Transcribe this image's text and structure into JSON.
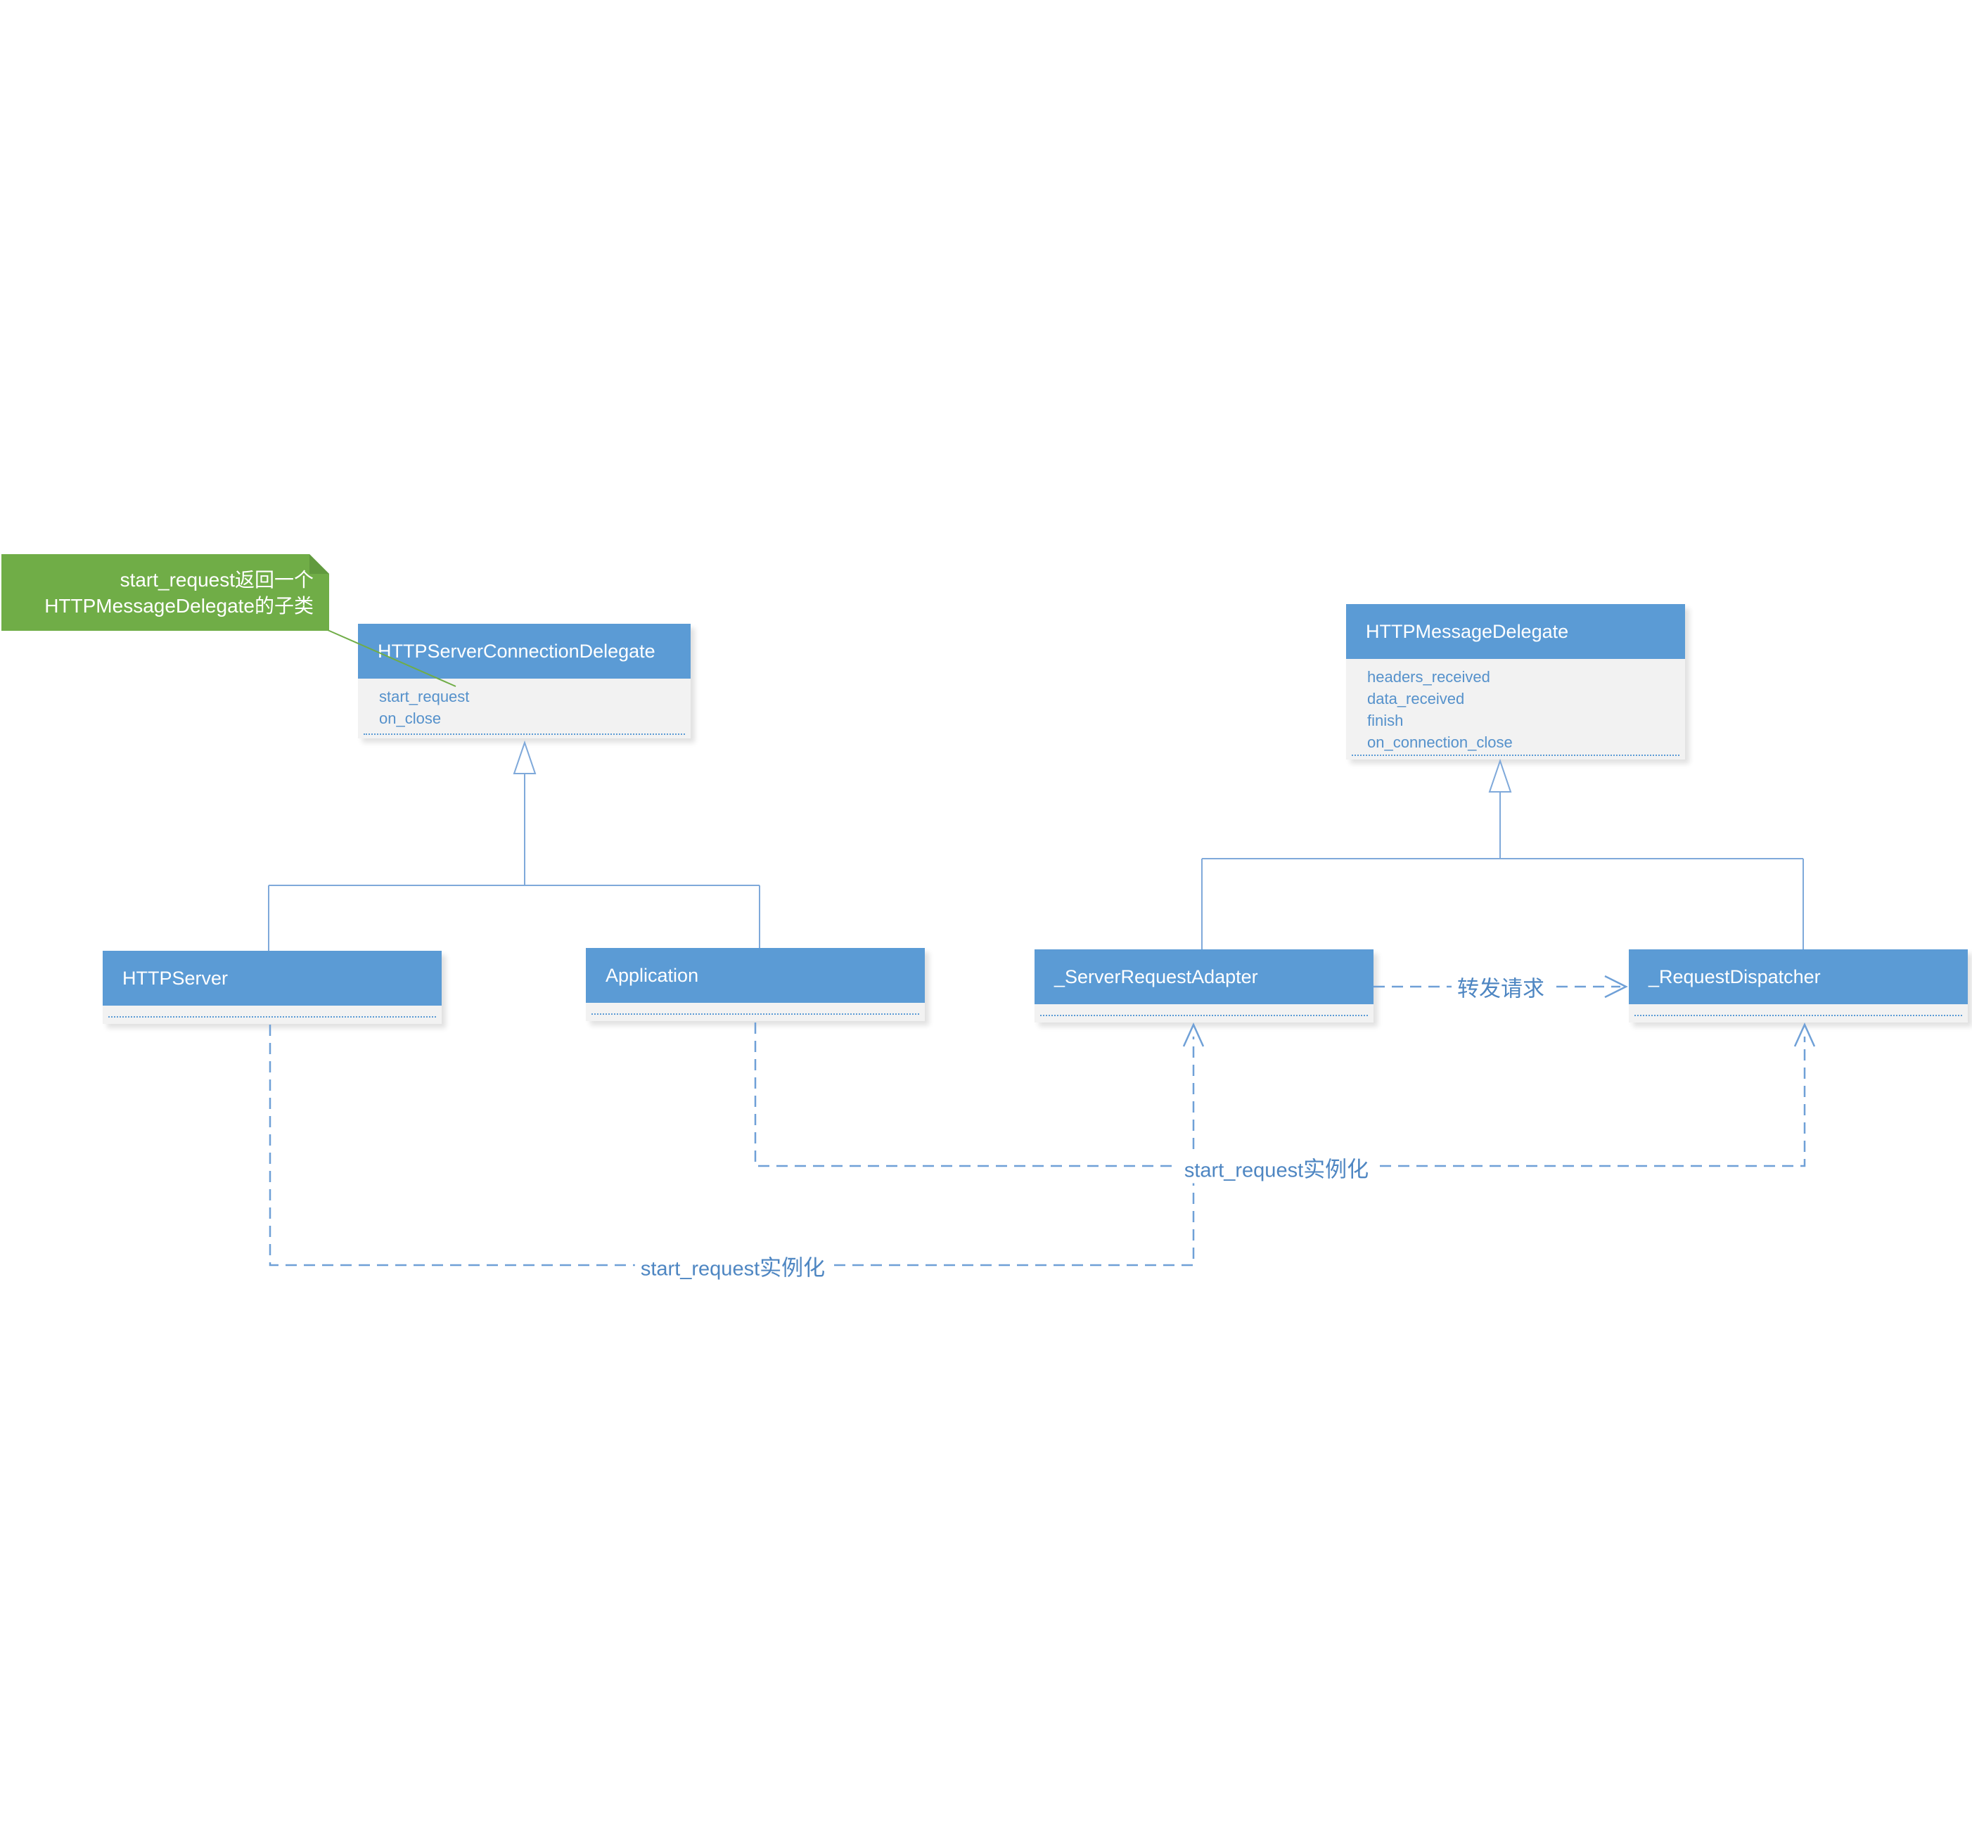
{
  "callout": {
    "line1": "start_request返回一个",
    "line2": "HTTPMessageDelegate的子类"
  },
  "classes": [
    {
      "name": "HTTPServerConnectionDelegate",
      "methods": [
        "start_request",
        "on_close"
      ]
    },
    {
      "name": "HTTPMessageDelegate",
      "methods": [
        "headers_received",
        "data_received",
        "finish",
        "on_connection_close"
      ]
    },
    {
      "name": "HTTPServer",
      "methods": []
    },
    {
      "name": "Application",
      "methods": []
    },
    {
      "name": "_ServerRequestAdapter",
      "methods": []
    },
    {
      "name": "_RequestDispatcher",
      "methods": []
    }
  ],
  "labels": {
    "forward": "转发请求",
    "instantiate1_latin": "start_request",
    "instantiate1_cjk": "实例化",
    "instantiate2_latin": "start_request",
    "instantiate2_cjk": "实例化"
  },
  "colors": {
    "header_blue": "#5b9bd5",
    "body_gray": "#f2f2f2",
    "method_text": "#5591cb",
    "connector_blue": "#7fa9da",
    "dashed_blue": "#6fa0d7",
    "label_text": "#4e86c2",
    "callout_green": "#70ad47",
    "callout_fold_green": "#619a3e"
  }
}
